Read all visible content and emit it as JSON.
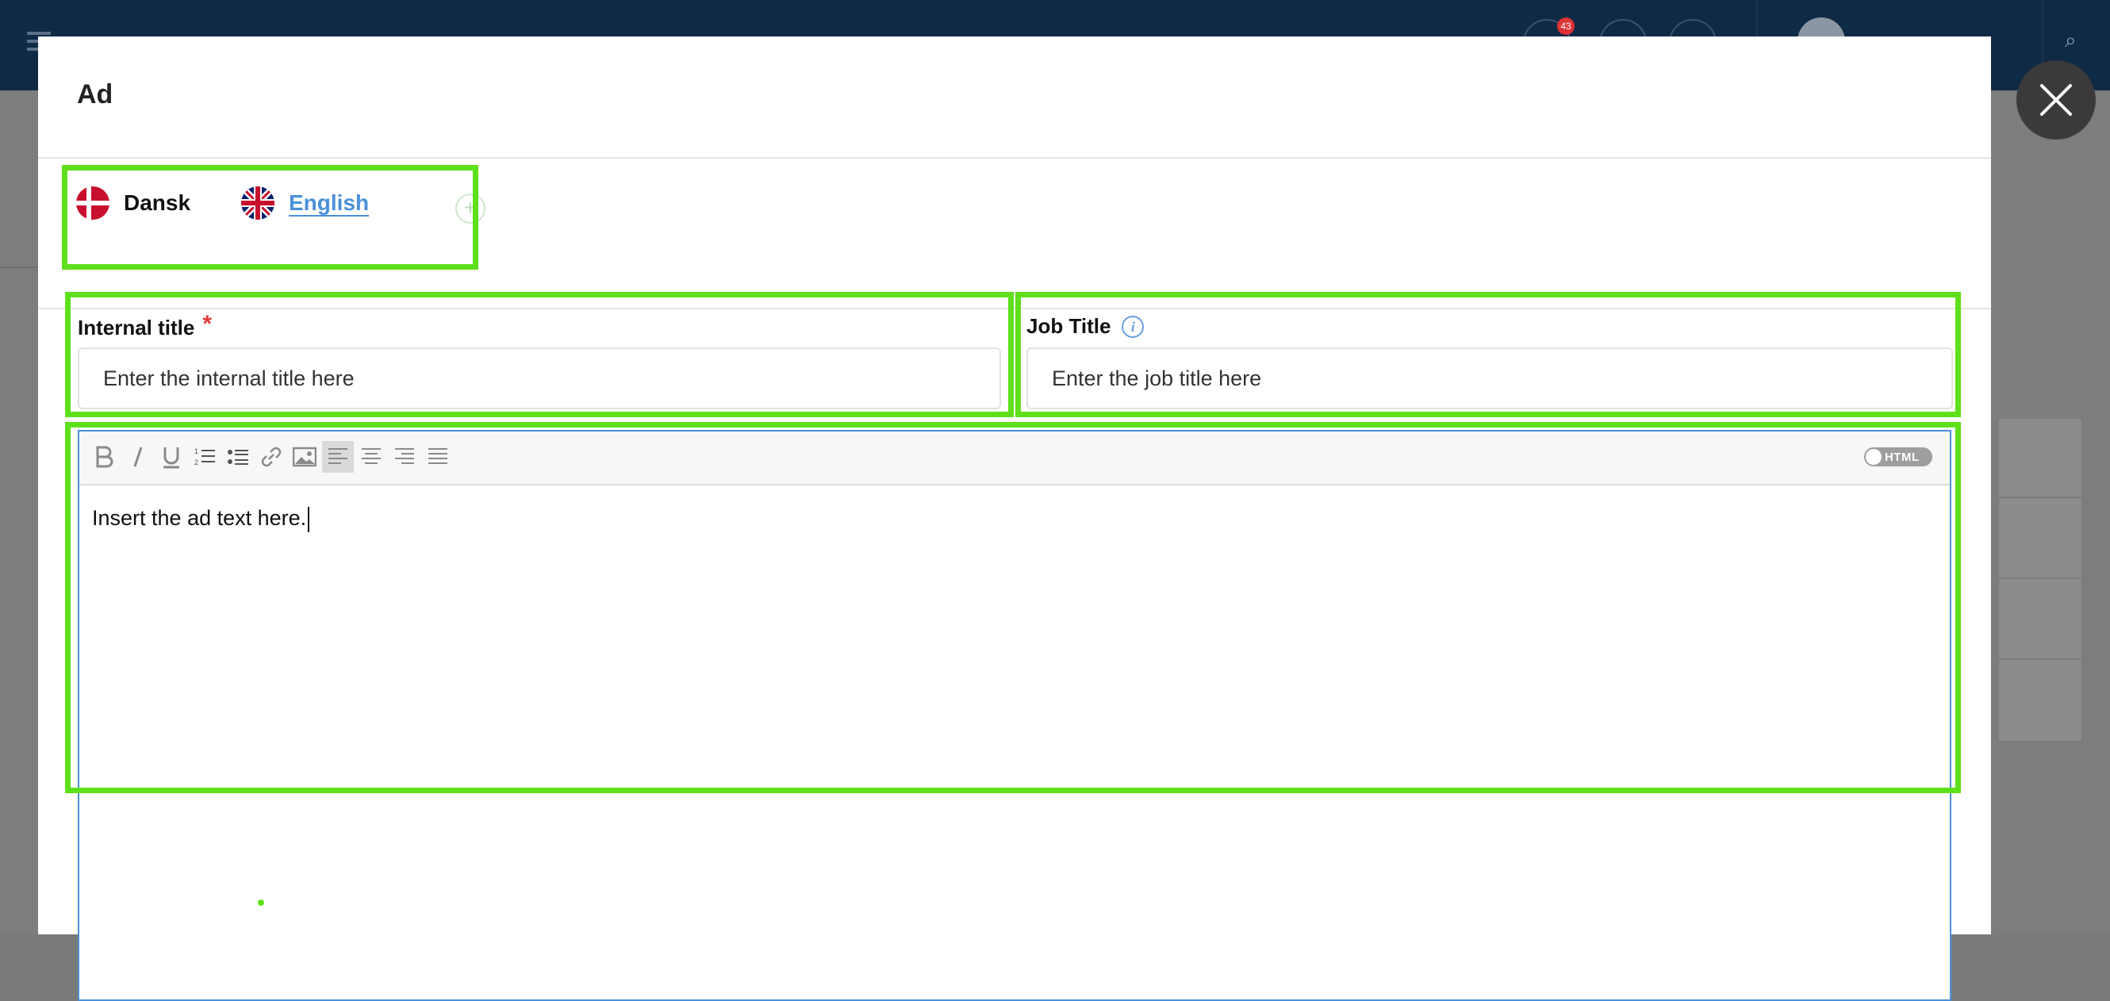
{
  "background": {
    "notification_count": "43"
  },
  "modal": {
    "title": "Ad",
    "close_icon": "close-icon",
    "languages": [
      {
        "label": "Dansk",
        "flag": "denmark-flag-icon",
        "active": false
      },
      {
        "label": "English",
        "flag": "uk-flag-icon",
        "active": true
      }
    ],
    "add_language_icon": "plus-icon",
    "internal_title": {
      "label": "Internal title",
      "required_mark": "*",
      "placeholder": "Enter the internal title here"
    },
    "job_title": {
      "label": "Job Title",
      "info_icon_text": "i",
      "placeholder": "Enter the job title here"
    },
    "editor": {
      "toolbar": [
        "bold-icon",
        "italic-icon",
        "underline-icon",
        "ordered-list-icon",
        "unordered-list-icon",
        "link-icon",
        "image-icon",
        "align-left-icon",
        "align-center-icon",
        "align-right-icon",
        "align-justify-icon"
      ],
      "html_toggle_label": "HTML",
      "content": "Insert the ad text here."
    }
  },
  "colors": {
    "highlight": "#5fe01c",
    "link_blue": "#4a90d9",
    "required_red": "#e03b3b",
    "overlay_bg": "#7a7a7a",
    "topbar": "#0f2a45"
  }
}
